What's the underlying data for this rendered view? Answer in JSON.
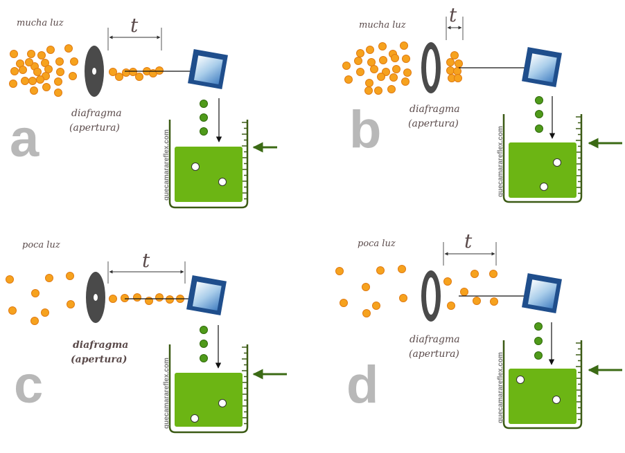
{
  "colors": {
    "photon": "#f6a21e",
    "photon_stroke": "#e07b12",
    "diaphragm": "#4a4a4a",
    "sensor_dark": "#1f4e8c",
    "sensor_light": "#a9cdea",
    "electron": "#4f9a1a",
    "bucket_liquid": "#6cb514",
    "bucket_outline": "#3b5a14",
    "arrow_green": "#3b6a14",
    "letter": "#b8b8b8"
  },
  "watermark": "quecamarareflex.com",
  "panels": [
    {
      "id": "a",
      "letter": "a",
      "light_label": "mucha luz",
      "time_label": "t",
      "diaphragm_label": "diafragma",
      "aperture_label": "(apertura)",
      "aperture": "small",
      "light_amount": "high",
      "exposure": "long"
    },
    {
      "id": "b",
      "letter": "b",
      "light_label": "mucha luz",
      "time_label": "t",
      "diaphragm_label": "diafragma",
      "aperture_label": "(apertura)",
      "aperture": "large",
      "light_amount": "high",
      "exposure": "short"
    },
    {
      "id": "c",
      "letter": "c",
      "light_label": "poca luz",
      "time_label": "t",
      "diaphragm_label": "diafragma",
      "aperture_label": "(apertura)",
      "aperture": "small",
      "light_amount": "low",
      "exposure": "long"
    },
    {
      "id": "d",
      "letter": "d",
      "light_label": "poca luz",
      "time_label": "t",
      "diaphragm_label": "diafragma",
      "aperture_label": "(apertura)",
      "aperture": "large",
      "light_amount": "low",
      "exposure": "medium"
    }
  ]
}
